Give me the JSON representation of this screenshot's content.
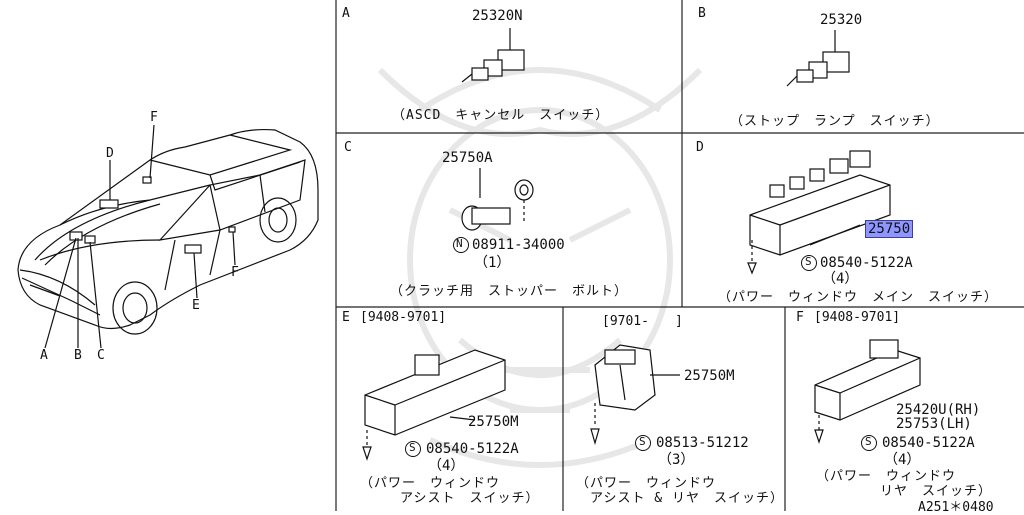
{
  "car": {
    "callouts": {
      "A": "A",
      "B": "B",
      "C": "C",
      "D": "D",
      "E": "E",
      "F1": "F",
      "F2": "F"
    }
  },
  "panels": {
    "a": {
      "letter": "A",
      "part": "25320N",
      "caption": "（ASCD　キャンセル　スイッチ）"
    },
    "b": {
      "letter": "B",
      "part": "25320",
      "caption": "（ストップ　ランプ　スイッチ）"
    },
    "c": {
      "letter": "C",
      "part": "25750A",
      "bolt_part": "08911-34000",
      "bolt_qty": "（1）",
      "bolt_sym": "N",
      "caption": "（クラッチ用　ストッパー　ボルト）"
    },
    "d": {
      "letter": "D",
      "part": "25750",
      "screw_part": "08540-5122A",
      "screw_qty": "（4）",
      "screw_sym": "S",
      "caption": "（パワー　ウィンドウ　メイン　スイッチ）"
    },
    "e1": {
      "letter": "E",
      "period": "[9408-9701]",
      "part": "25750M",
      "screw_part": "08540-5122A",
      "screw_qty": "（4）",
      "screw_sym": "S",
      "caption1": "（パワー　ウィンドウ",
      "caption2": "アシスト　スイッチ）"
    },
    "e2": {
      "period": "[9701-　　]",
      "part": "25750M",
      "screw_part": "08513-51212",
      "screw_qty": "（3）",
      "screw_sym": "S",
      "caption1": "（パワー　ウィンドウ",
      "caption2": "アシスト & リヤ　スイッチ）"
    },
    "f": {
      "letter": "F",
      "period": "[9408-9701]",
      "part_rh": "25420U(RH)",
      "part_lh": "25753(LH)",
      "screw_part": "08540-5122A",
      "screw_qty": "（4）",
      "screw_sym": "S",
      "caption1": "（パワー　ウィンドウ",
      "caption2": "リヤ　スイッチ）"
    }
  },
  "diagram_code": "A251＊0480",
  "colors": {
    "highlight": "#8f96ff",
    "line": "#111111"
  }
}
